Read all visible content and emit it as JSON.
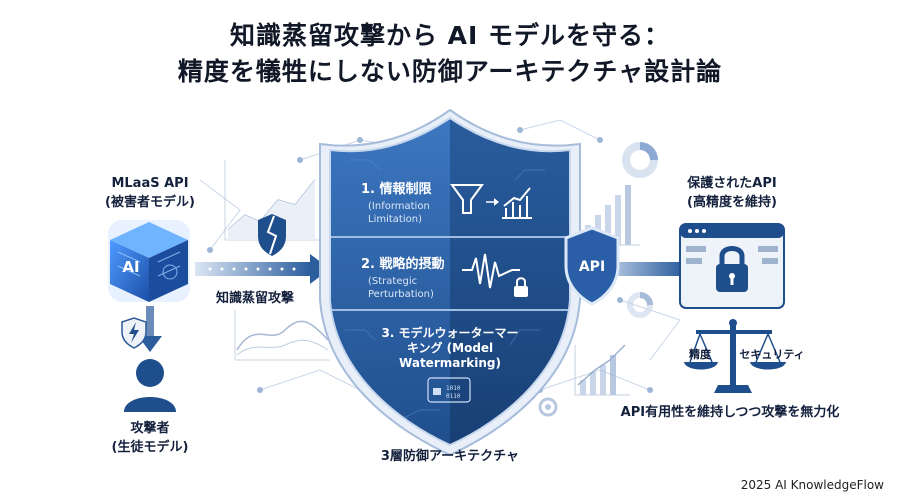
{
  "title": {
    "line1": "知識蒸留攻撃から AI モデルを守る：",
    "line2": "精度を犠牲にしない防御アーキテクチャ設計論"
  },
  "victim": {
    "label_line1": "MLaaS API",
    "label_line2": "(被害者モデル)",
    "chip_text": "AI"
  },
  "attack_label": "知識蒸留攻撃",
  "attacker": {
    "label_line1": "攻撃者",
    "label_line2": "(生徒モデル)"
  },
  "shield": {
    "layer1_title": "1. 情報制限",
    "layer1_sub_line1": "(Information",
    "layer1_sub_line2": "Limitation)",
    "layer2_title": "2. 戦略的摂動",
    "layer2_sub_line1": "(Strategic",
    "layer2_sub_line2": "Perturbation)",
    "layer3_title_line1": "3. モデルウォーターマー",
    "layer3_title_line2": "キング (Model",
    "layer3_title_line3": "Watermarking)",
    "api_badge": "API",
    "caption": "3層防御アーキテクチャ"
  },
  "protected": {
    "label_line1": "保護されたAPI",
    "label_line2": "(高精度を維持)",
    "scale_left": "精度",
    "scale_right": "セキュリティ",
    "caption": "API有用性を維持しつつ攻撃を無力化"
  },
  "footer": "2025 AI KnowledgeFlow",
  "colors": {
    "navy": "#1f4e8c",
    "blue": "#2f6db5",
    "light_blue": "#8fb1dc",
    "arrow": "#2c5e9e"
  },
  "icons": [
    "ai-cube-icon",
    "shield-broken-icon",
    "person-icon",
    "lightning-shield-icon",
    "funnel-icon",
    "bar-chart-icon",
    "waveform-icon",
    "padlock-icon",
    "api-shield-icon",
    "browser-lock-icon",
    "balance-scale-icon"
  ]
}
